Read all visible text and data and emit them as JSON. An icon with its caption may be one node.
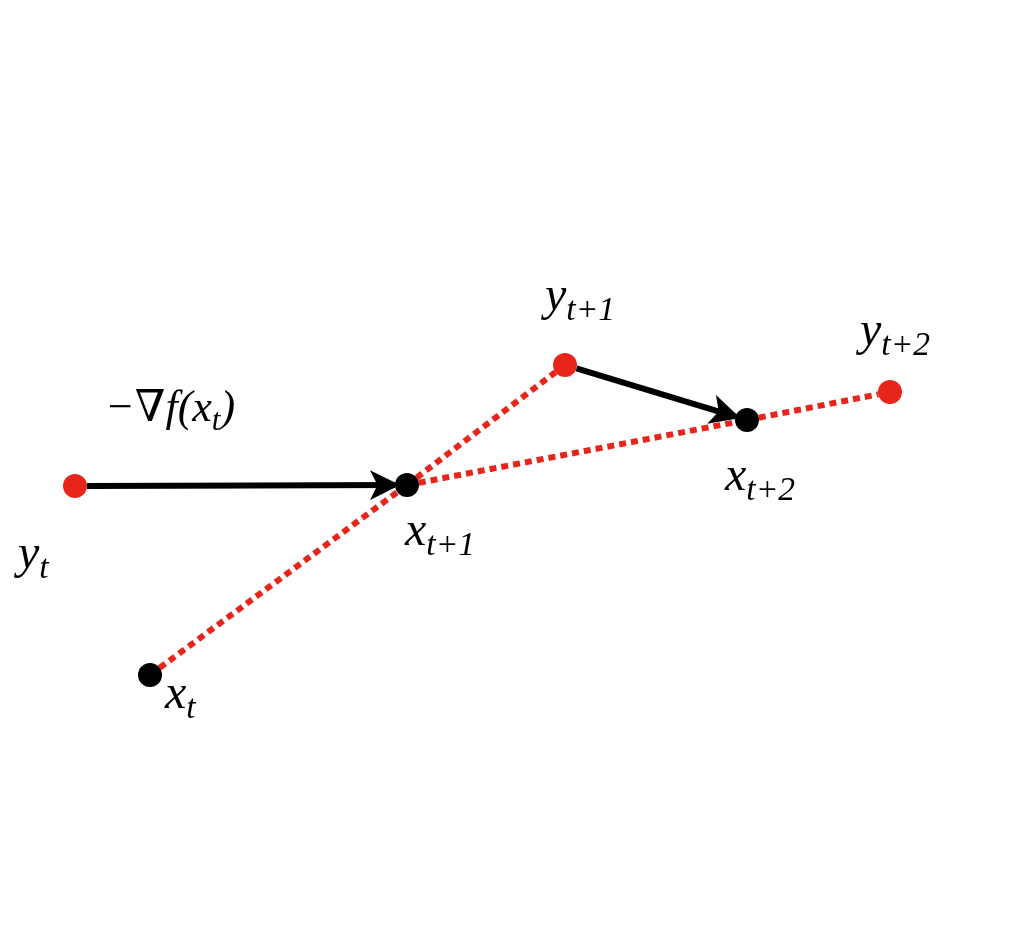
{
  "diagram": {
    "nodes": [
      {
        "text": [],
        "shape": "circle",
        "beside": [
          "y$_{t}$"
        ]
      },
      {
        "text": [],
        "shape": "circle",
        "beside": [
          "x$_{t}$"
        ]
      },
      {
        "text": [],
        "shape": "circle",
        "beside": [
          "x$_{t+1}$"
        ]
      },
      {
        "text": [],
        "shape": "circle",
        "beside": [
          "y$_{t+1}$"
        ]
      },
      {
        "text": [],
        "shape": "circle",
        "beside": [
          "x$_{t+2}$"
        ]
      },
      {
        "text": [],
        "shape": "circle",
        "beside": [
          "y$_{t+2}$"
        ]
      }
    ],
    "edges": [
      {
        "from": 0,
        "to": 2,
        "arrow": "to",
        "label": "−∇f(x$_{t}$)",
        "color": "#000000"
      },
      {
        "from": 1,
        "to": 2,
        "arrow": "none",
        "style": "dashed"
      },
      {
        "from": 2,
        "to": 3,
        "arrow": "none",
        "style": "dashed"
      },
      {
        "from": 3,
        "to": 4,
        "arrow": "to",
        "color": "#000000"
      },
      {
        "from": 2,
        "to": 4,
        "arrow": "none",
        "style": "dashed"
      },
      {
        "from": 4,
        "to": 5,
        "arrow": "none",
        "style": "dashed"
      }
    ]
  }
}
